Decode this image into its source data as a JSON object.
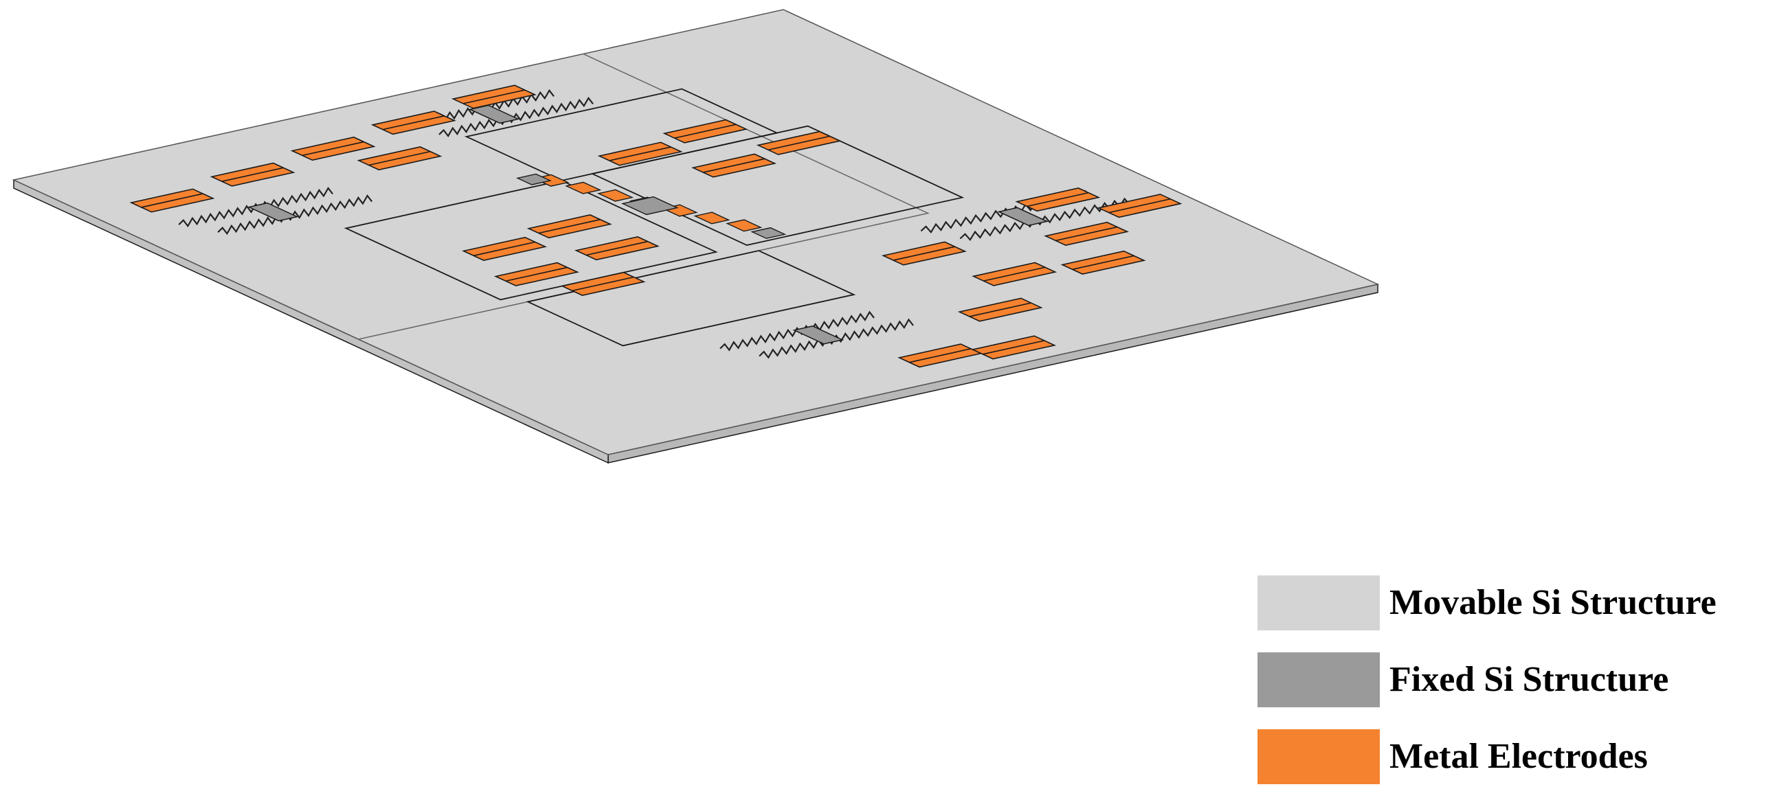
{
  "colors": {
    "movable": "#d4d4d4",
    "fixed": "#9a9a9a",
    "electrode": "#f5822f",
    "outline": "#1a1a1a"
  },
  "legend": [
    {
      "label": "Movable Si Structure",
      "color": "#d4d4d4"
    },
    {
      "label": "Fixed Si Structure",
      "color": "#9a9a9a"
    },
    {
      "label": "Metal Electrodes",
      "color": "#f5822f"
    }
  ]
}
